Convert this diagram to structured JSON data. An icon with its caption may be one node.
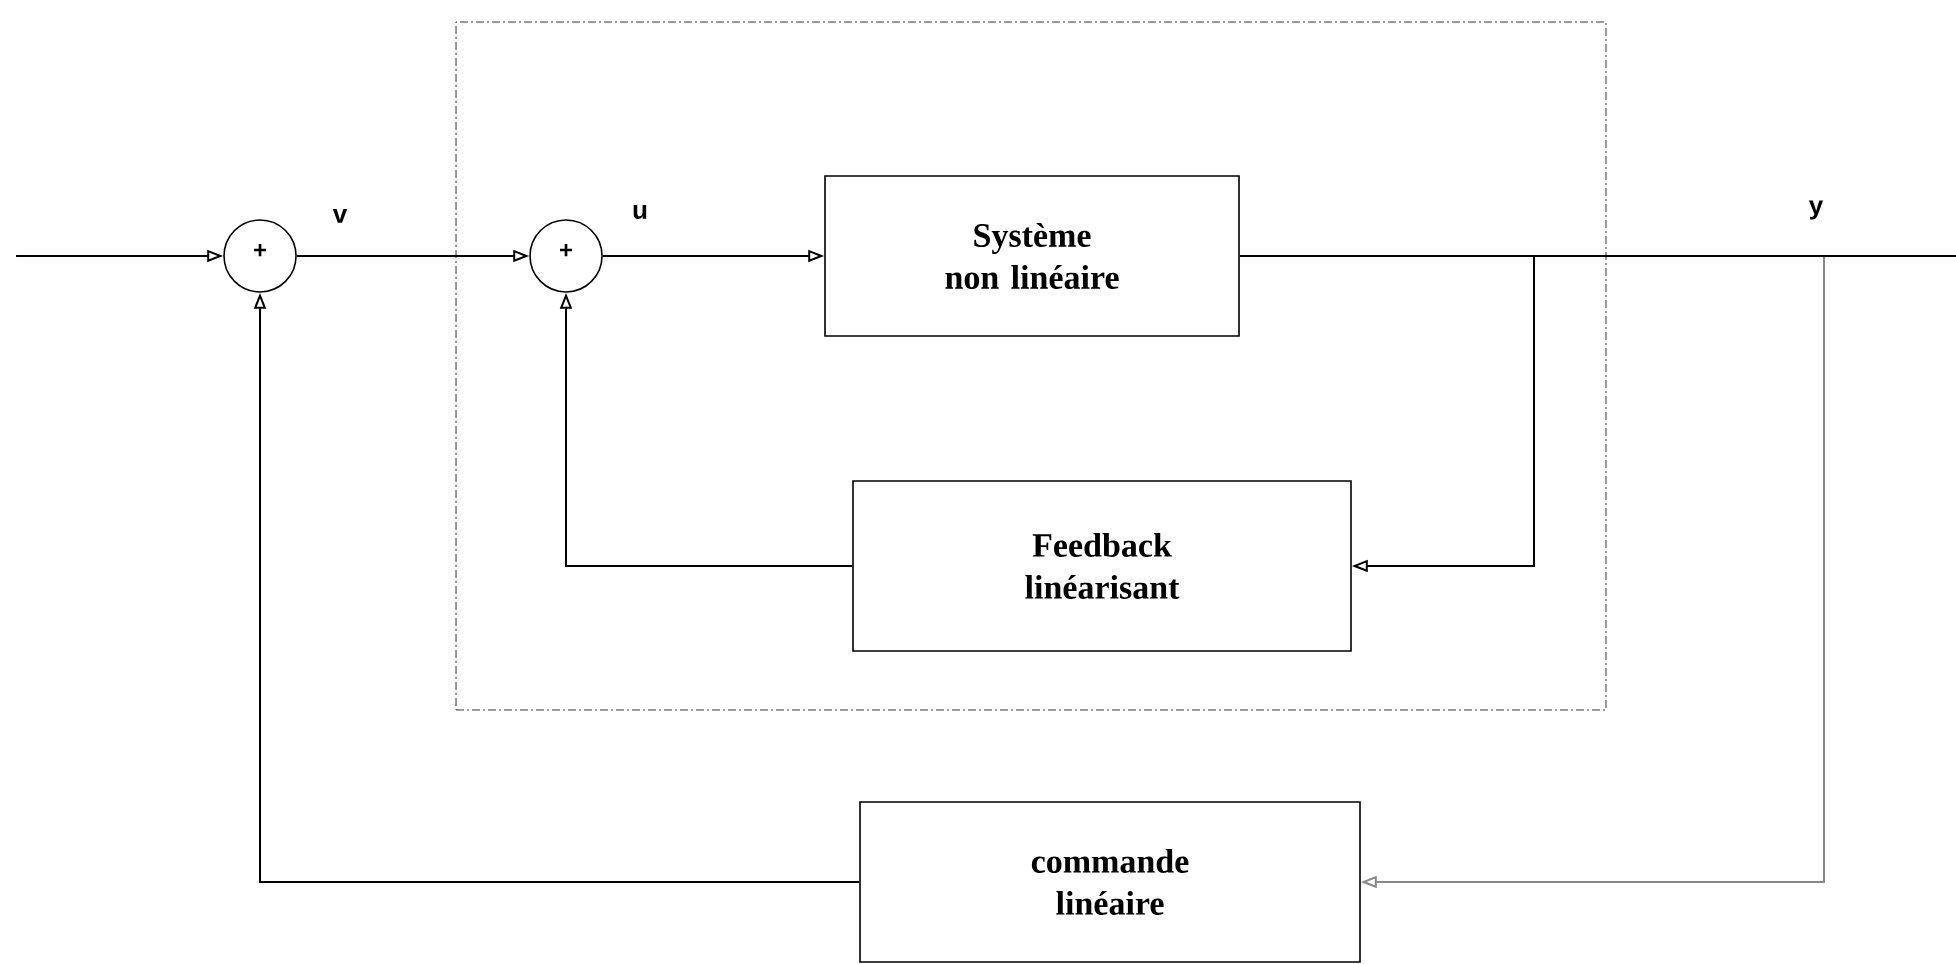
{
  "diagram": {
    "nodes": [
      {
        "text": [
          "+"
        ]
      },
      {
        "text": [],
        "shape": "box"
      },
      {
        "text": [
          "+"
        ],
        "in": 1
      },
      {
        "text": [
          "Système non linéaire"
        ],
        "in": 1
      },
      {
        "text": [
          "Feedback linéarisant"
        ],
        "in": 1
      },
      {
        "text": [
          "commande linéaire"
        ]
      }
    ],
    "edges": [
      {
        "from": null,
        "to": 0,
        "arrow": "to"
      },
      {
        "from": 0,
        "to": 2,
        "arrow": "to",
        "label": "v"
      },
      {
        "from": 2,
        "to": 3,
        "arrow": "to",
        "label": "u"
      },
      {
        "from": 3,
        "to": null,
        "arrow": "none",
        "label": "y"
      },
      {
        "from": 3,
        "to": 4,
        "arrow": "to"
      },
      {
        "from": 4,
        "to": 2,
        "arrow": "to"
      },
      {
        "from": 3,
        "to": 5,
        "arrow": "to",
        "color": "#888888"
      },
      {
        "from": 5,
        "to": 0,
        "arrow": "to"
      }
    ]
  }
}
